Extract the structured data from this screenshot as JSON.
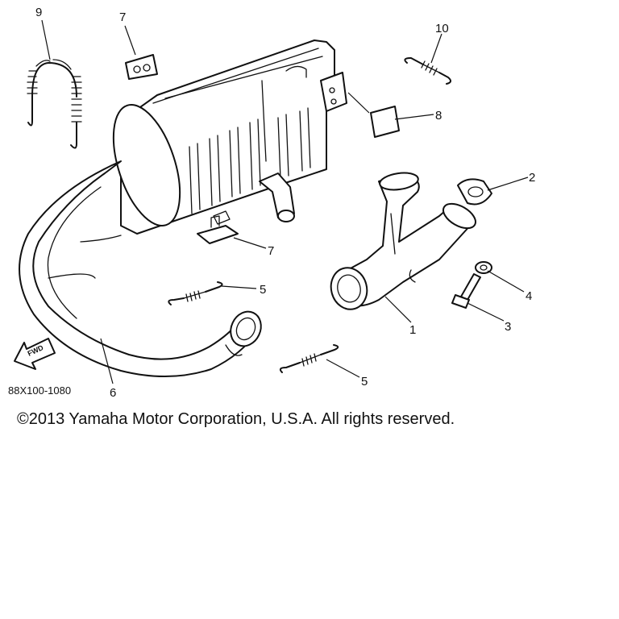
{
  "diagram": {
    "code": "88X100-1080",
    "fwd_label": "FWD",
    "copyright": "©2013 Yamaha Motor Corporation, U.S.A. All rights reserved.",
    "callouts": {
      "muffler_bracket_front": "7",
      "muffler_bracket_rear": "7",
      "spring_hook": "9",
      "spring_top": "10",
      "damper_rubber": "8",
      "gasket": "2",
      "exhaust_pipe": "1",
      "washer": "4",
      "bolt": "3",
      "spring_mid": "5",
      "spring_low": "5",
      "muffler": "6"
    }
  }
}
